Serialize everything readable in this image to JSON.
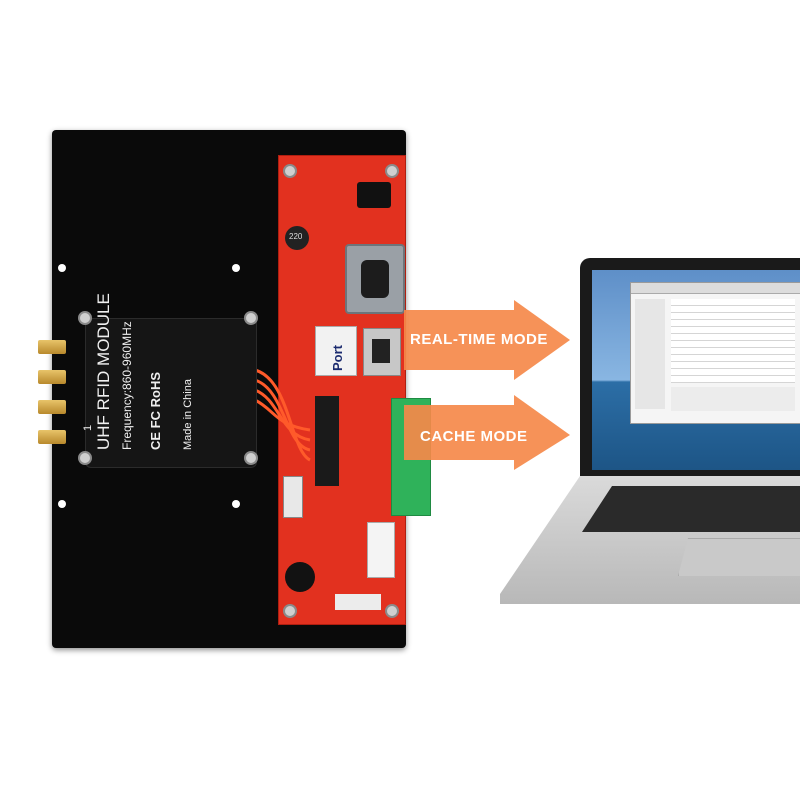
{
  "module": {
    "title": "UHF RFID MODULE",
    "frequency": "Frequency:860-960MHz",
    "certs": "CE FC RoHS",
    "origin": "Made in China",
    "pin_mark": "1"
  },
  "board": {
    "brand": "Port",
    "inductor": "220"
  },
  "arrows": {
    "top_label": "REAL-TIME MODE",
    "bottom_label": "CACHE MODE",
    "color": "#f5894a"
  },
  "colors": {
    "plate": "#0a0a0a",
    "pcb": "#e2311f",
    "terminal": "#2fb25a"
  }
}
